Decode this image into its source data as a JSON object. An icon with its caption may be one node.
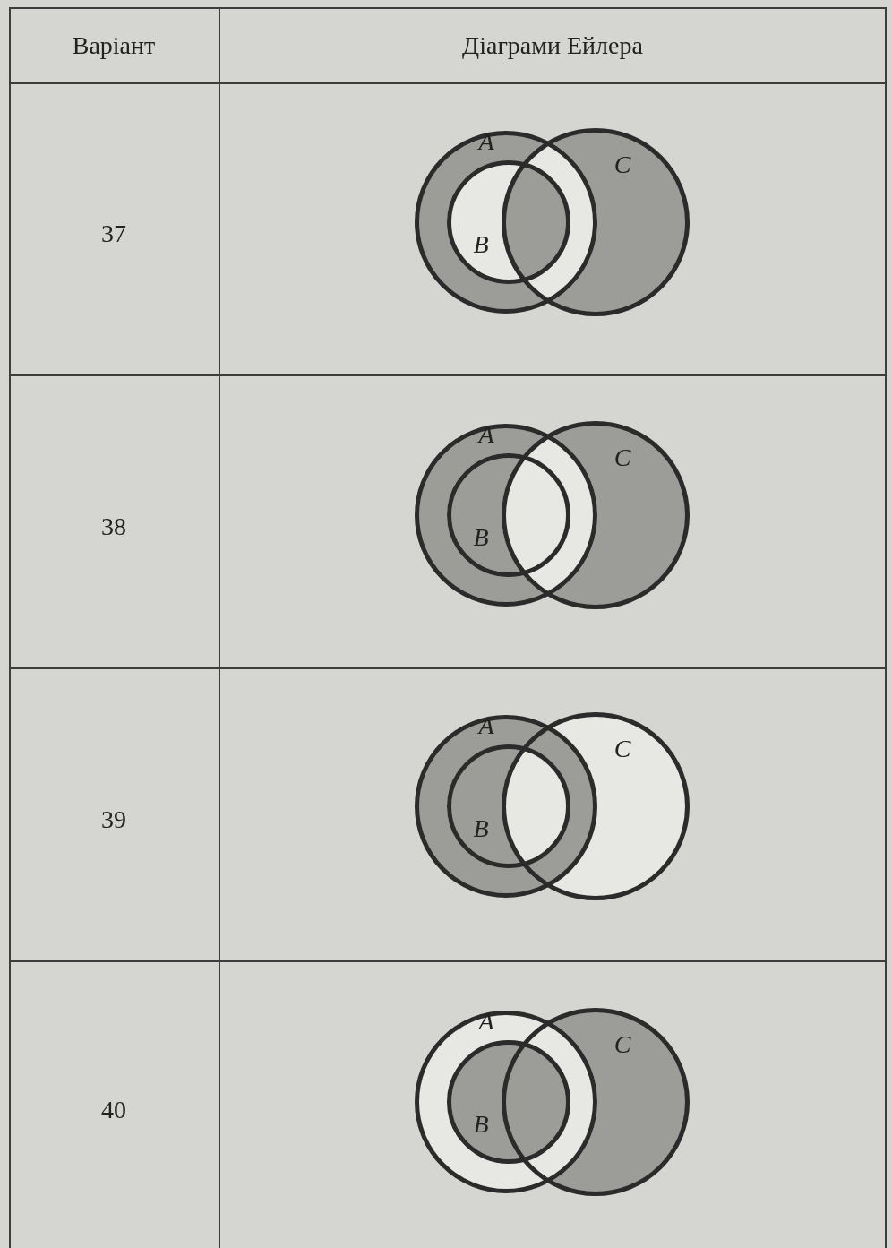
{
  "diagram": {
    "labels": [
      "Варіант",
      "Діаграми Ейлера",
      "37",
      "A",
      "B",
      "C",
      "38",
      "A",
      "B",
      "C",
      "39",
      "A",
      "B",
      "C",
      "40",
      "A",
      "B",
      "C"
    ]
  }
}
